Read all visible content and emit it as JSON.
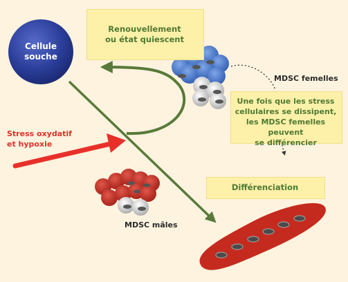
{
  "labels": {
    "stem_cell": [
      "Cellule",
      "souche"
    ],
    "renewal": [
      "Renouvellement",
      "ou état quiescent"
    ],
    "female_mdsc": "MDSC femelles",
    "stress_resolution": [
      "Une fois que les stress",
      "cellulaires se dissipent,",
      "les MDSC femelles peuvent",
      "se différencier"
    ],
    "stress": [
      "Stress oxydatif",
      "et hypoxie"
    ],
    "differentiation": "Différenciation",
    "male_mdsc": "MDSC mâles"
  },
  "colors": {
    "background": "#fdf3df",
    "label_box": "#fdf0a8",
    "stem_cell": "#2b3f9a",
    "female_cells": "#3d6fc0",
    "male_cells": "#b8251c",
    "differentiated_cell": "#c42b1e",
    "pathway_arrow": "#587a3a",
    "stress_arrow": "#e8302a",
    "label_green": "#4d7a32"
  }
}
